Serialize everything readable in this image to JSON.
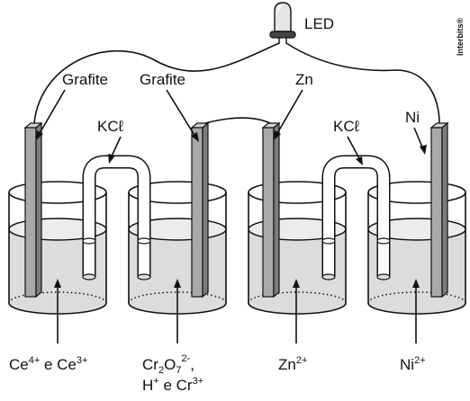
{
  "led": {
    "label": "LED"
  },
  "credit": "Interbits®",
  "electrodes": {
    "e1": "Grafite",
    "e2": "Grafite",
    "e3": "Zn",
    "e4": "Ni"
  },
  "salt_bridges": {
    "left": "KCℓ",
    "right": "KCℓ"
  },
  "solutions": {
    "s1": {
      "a": "Ce",
      "a_sup": "4+",
      "mid": " e Ce",
      "b_sup": "3+"
    },
    "s2": {
      "a": "Cr",
      "a_sub": "2",
      "b": "O",
      "b_sub": "7",
      "b_sup": "2-",
      "tail": ",",
      "line2_a": "H",
      "line2_a_sup": "+",
      "line2_mid": " e Cr",
      "line2_b_sup": "3+"
    },
    "s3": {
      "a": "Zn",
      "a_sup": "2+"
    },
    "s4": {
      "a": "Ni",
      "a_sup": "2+"
    }
  },
  "colors": {
    "ink": "#111111",
    "solution": "#dcdcdc",
    "electrode": "#a9a9a9"
  }
}
